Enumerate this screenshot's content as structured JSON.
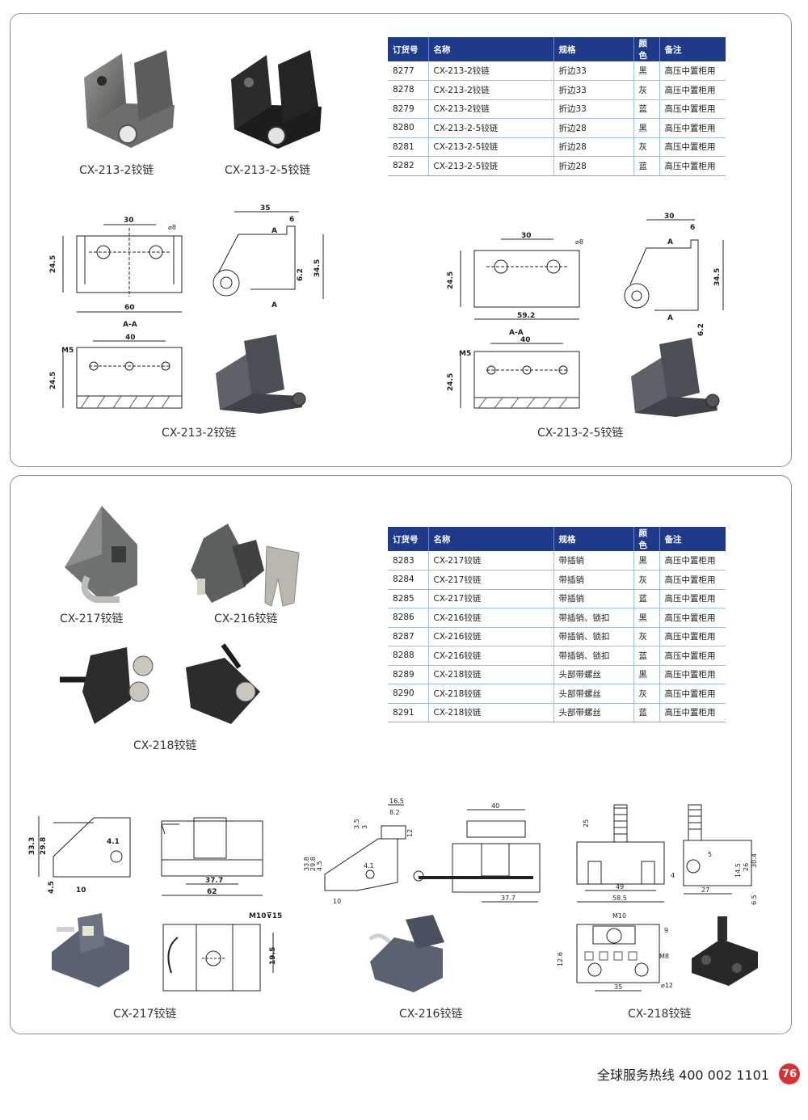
{
  "top": {
    "table_headers": [
      "订货号",
      "名称",
      "规格",
      "颜色",
      "备注"
    ],
    "table_rows": [
      [
        "8277",
        "CX-213-2铰链",
        "折边33",
        "黑",
        "高压中置柜用"
      ],
      [
        "8278",
        "CX-213-2铰链",
        "折边33",
        "灰",
        "高压中置柜用"
      ],
      [
        "8279",
        "CX-213-2铰链",
        "折边33",
        "蓝",
        "高压中置柜用"
      ],
      [
        "8280",
        "CX-213-2-5铰链",
        "折边28",
        "黑",
        "高压中置柜用"
      ],
      [
        "8281",
        "CX-213-2-5铰链",
        "折边28",
        "灰",
        "高压中置柜用"
      ],
      [
        "8282",
        "CX-213-2-5铰链",
        "折边28",
        "蓝",
        "高压中置柜用"
      ]
    ],
    "captions": {
      "photo_left": "CX-213-2铰链",
      "photo_right": "CX-213-2-5铰链",
      "drawing_left": "CX-213-2铰链",
      "drawing_right": "CX-213-2-5铰链"
    },
    "dims": {
      "d30": "30",
      "d8": "⌀8",
      "d24_5": "24.5",
      "d60": "60",
      "d59_2": "59.2",
      "d35": "35",
      "d6": "6",
      "d6_2": "6.2",
      "d34_5": "34.5",
      "A": "A",
      "AA": "A-A",
      "d40": "40",
      "M5": "M5"
    }
  },
  "bottom": {
    "table_headers": [
      "订货号",
      "名称",
      "规格",
      "颜色",
      "备注"
    ],
    "table_rows": [
      [
        "8283",
        "CX-217铰链",
        "带插销",
        "黑",
        "高压中置柜用"
      ],
      [
        "8284",
        "CX-217铰链",
        "带插销",
        "灰",
        "高压中置柜用"
      ],
      [
        "8285",
        "CX-217铰链",
        "带插销",
        "蓝",
        "高压中置柜用"
      ],
      [
        "8286",
        "CX-216铰链",
        "带插销、锁扣",
        "黑",
        "高压中置柜用"
      ],
      [
        "8287",
        "CX-216铰链",
        "带插销、锁扣",
        "灰",
        "高压中置柜用"
      ],
      [
        "8288",
        "CX-216铰链",
        "带插销、锁扣",
        "蓝",
        "高压中置柜用"
      ],
      [
        "8289",
        "CX-218铰链",
        "头部带螺丝",
        "黑",
        "高压中置柜用"
      ],
      [
        "8290",
        "CX-218铰链",
        "头部带螺丝",
        "灰",
        "高压中置柜用"
      ],
      [
        "8291",
        "CX-218铰链",
        "头部带螺丝",
        "蓝",
        "高压中置柜用"
      ]
    ],
    "captions": {
      "photo_217": "CX-217铰链",
      "photo_216": "CX-216铰链",
      "photo_218": "CX-218铰链",
      "drawing_217": "CX-217铰链",
      "drawing_216": "CX-216铰链",
      "drawing_218": "CX-218铰链"
    },
    "dims": {
      "d33_3": "33.3",
      "d29_8": "29.8",
      "d4_1": "4.1",
      "d4_5": "4.5",
      "d10": "10",
      "d37_7": "37.7",
      "d62": "62",
      "m10x15": "M10⊽15",
      "d19_5": "19.5",
      "d16_5": "16.5",
      "d8_2": "8.2",
      "d3_5": "3.5",
      "d3": "3",
      "d12": "12",
      "d33_8": "33.8",
      "d40": "40",
      "d25": "25",
      "d5": "5",
      "d4": "4",
      "d14_5": "14.5",
      "d26": "26",
      "d30_4": "30.4",
      "d49": "49",
      "d58_5": "58.5",
      "d27": "27",
      "d6_5": "6.5",
      "M10": "M10",
      "d9": "9",
      "d12_6": "12.6",
      "M8": "M8",
      "d35": "35",
      "phi12": "⌀12"
    }
  },
  "footer": {
    "hotline": "全球服务热线  400 002 1101",
    "page_number": "76"
  },
  "colors": {
    "table_header": "#1f3a8a",
    "badge": "#d93030",
    "panel_border": "#8a8f96"
  }
}
